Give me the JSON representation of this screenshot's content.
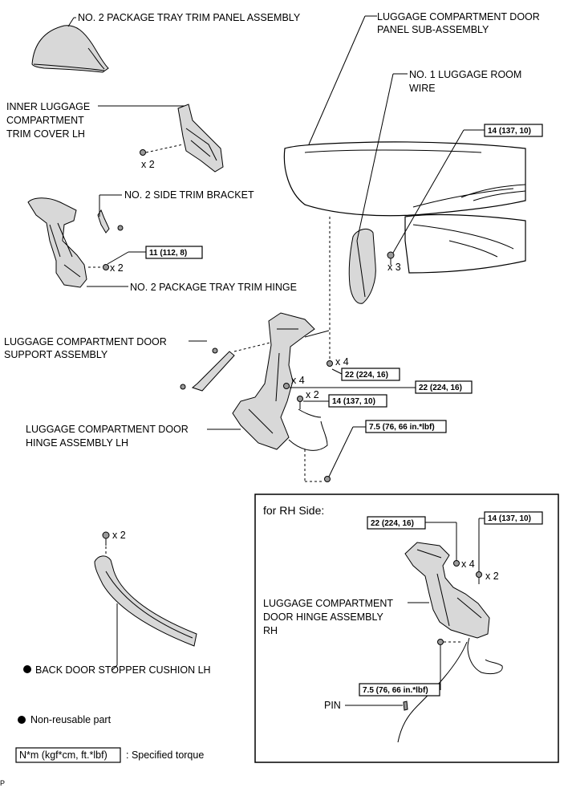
{
  "labels": {
    "pkg_tray_panel": "NO. 2 PACKAGE TRAY TRIM PANEL ASSEMBLY",
    "door_panel_1": "LUGGAGE COMPARTMENT DOOR",
    "door_panel_2": "PANEL SUB-ASSEMBLY",
    "room_wire_1": "NO. 1 LUGGAGE ROOM",
    "room_wire_2": "WIRE",
    "trim_cover_1": "INNER LUGGAGE",
    "trim_cover_2": "COMPARTMENT",
    "trim_cover_3": "TRIM COVER LH",
    "side_bracket": "NO. 2 SIDE TRIM BRACKET",
    "tray_hinge": "NO. 2 PACKAGE TRAY TRIM HINGE",
    "support_1": "LUGGAGE COMPARTMENT DOOR",
    "support_2": "SUPPORT ASSEMBLY",
    "hinge_lh_1": "LUGGAGE COMPARTMENT DOOR",
    "hinge_lh_2": "HINGE ASSEMBLY LH",
    "stopper": "BACK DOOR STOPPER CUSHION LH",
    "rh_title": "for RH Side:",
    "hinge_rh_1": "LUGGAGE COMPARTMENT",
    "hinge_rh_2": "DOOR HINGE ASSEMBLY",
    "hinge_rh_3": "RH",
    "pin": "PIN",
    "legend_nonreusable": "Non-reusable part",
    "legend_torque_box": "N*m (kgf*cm, ft.*lbf)",
    "legend_torque_text": ": Specified torque",
    "corner_mark": "P"
  },
  "quantities": {
    "trim_cover_clips": "x 2",
    "tray_hinge_bolts": "x 2",
    "door_panel_bolts": "x 3",
    "hinge_lh_bolts_a": "x 4",
    "hinge_lh_nuts": "x 4",
    "hinge_lh_bolts_b": "x 2",
    "stopper_clips": "x 2",
    "rh_nuts": "x 4",
    "rh_bolts": "x 2"
  },
  "torques": {
    "door_panel": "14 (137, 10)",
    "tray_hinge": "11 (112, 8)",
    "hinge_lh_a": "22 (224, 16)",
    "hinge_lh_b": "22 (224, 16)",
    "hinge_lh_c": "14 (137, 10)",
    "hinge_lh_cable": "7.5 (76, 66 in.*lbf)",
    "rh_nut": "22 (224, 16)",
    "rh_bolt": "14 (137, 10)",
    "rh_cable": "7.5 (76, 66 in.*lbf)"
  },
  "icons": {
    "non_reusable": "filled-circle-icon"
  }
}
